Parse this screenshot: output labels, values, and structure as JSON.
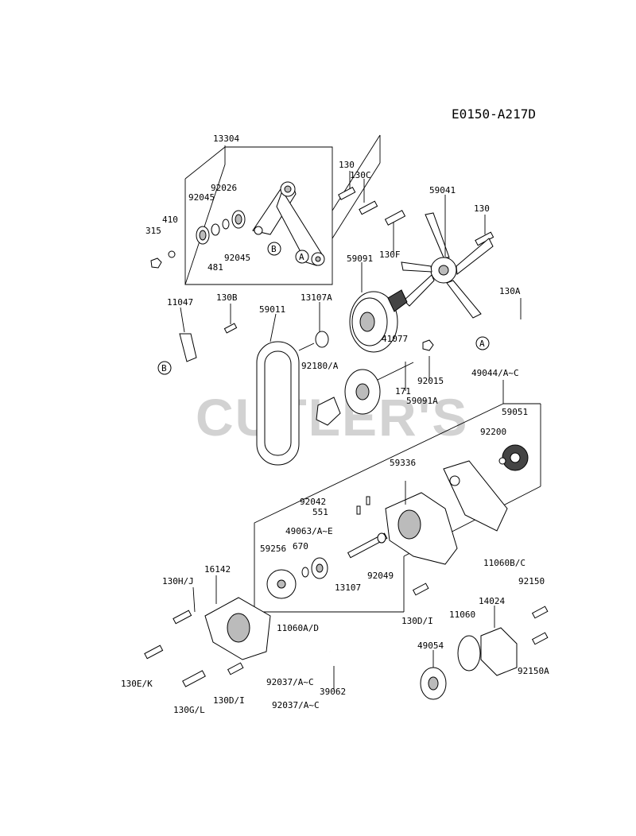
{
  "diagram_code": "E0150-A217D",
  "watermark": "CUTLER'S",
  "callouts": [
    "A",
    "B"
  ],
  "part_labels": [
    "13304",
    "130",
    "130C",
    "92026",
    "92045",
    "410",
    "315",
    "481",
    "92045",
    "130F",
    "59041",
    "130",
    "59091",
    "130A",
    "11047",
    "130B",
    "59011",
    "13107A",
    "41077",
    "92180/A",
    "92015",
    "171",
    "59091A",
    "49044/A~C",
    "59051",
    "92200",
    "59336",
    "92042",
    "551",
    "49063/A~E",
    "670",
    "59256",
    "13107",
    "92049",
    "11060B/C",
    "130H/J",
    "16142",
    "11060A/D",
    "130D/I",
    "11060",
    "14024",
    "92150",
    "49054",
    "92150A",
    "130E/K",
    "92037/A~C",
    "39062",
    "130D/I",
    "92037/A~C",
    "130G/L"
  ]
}
